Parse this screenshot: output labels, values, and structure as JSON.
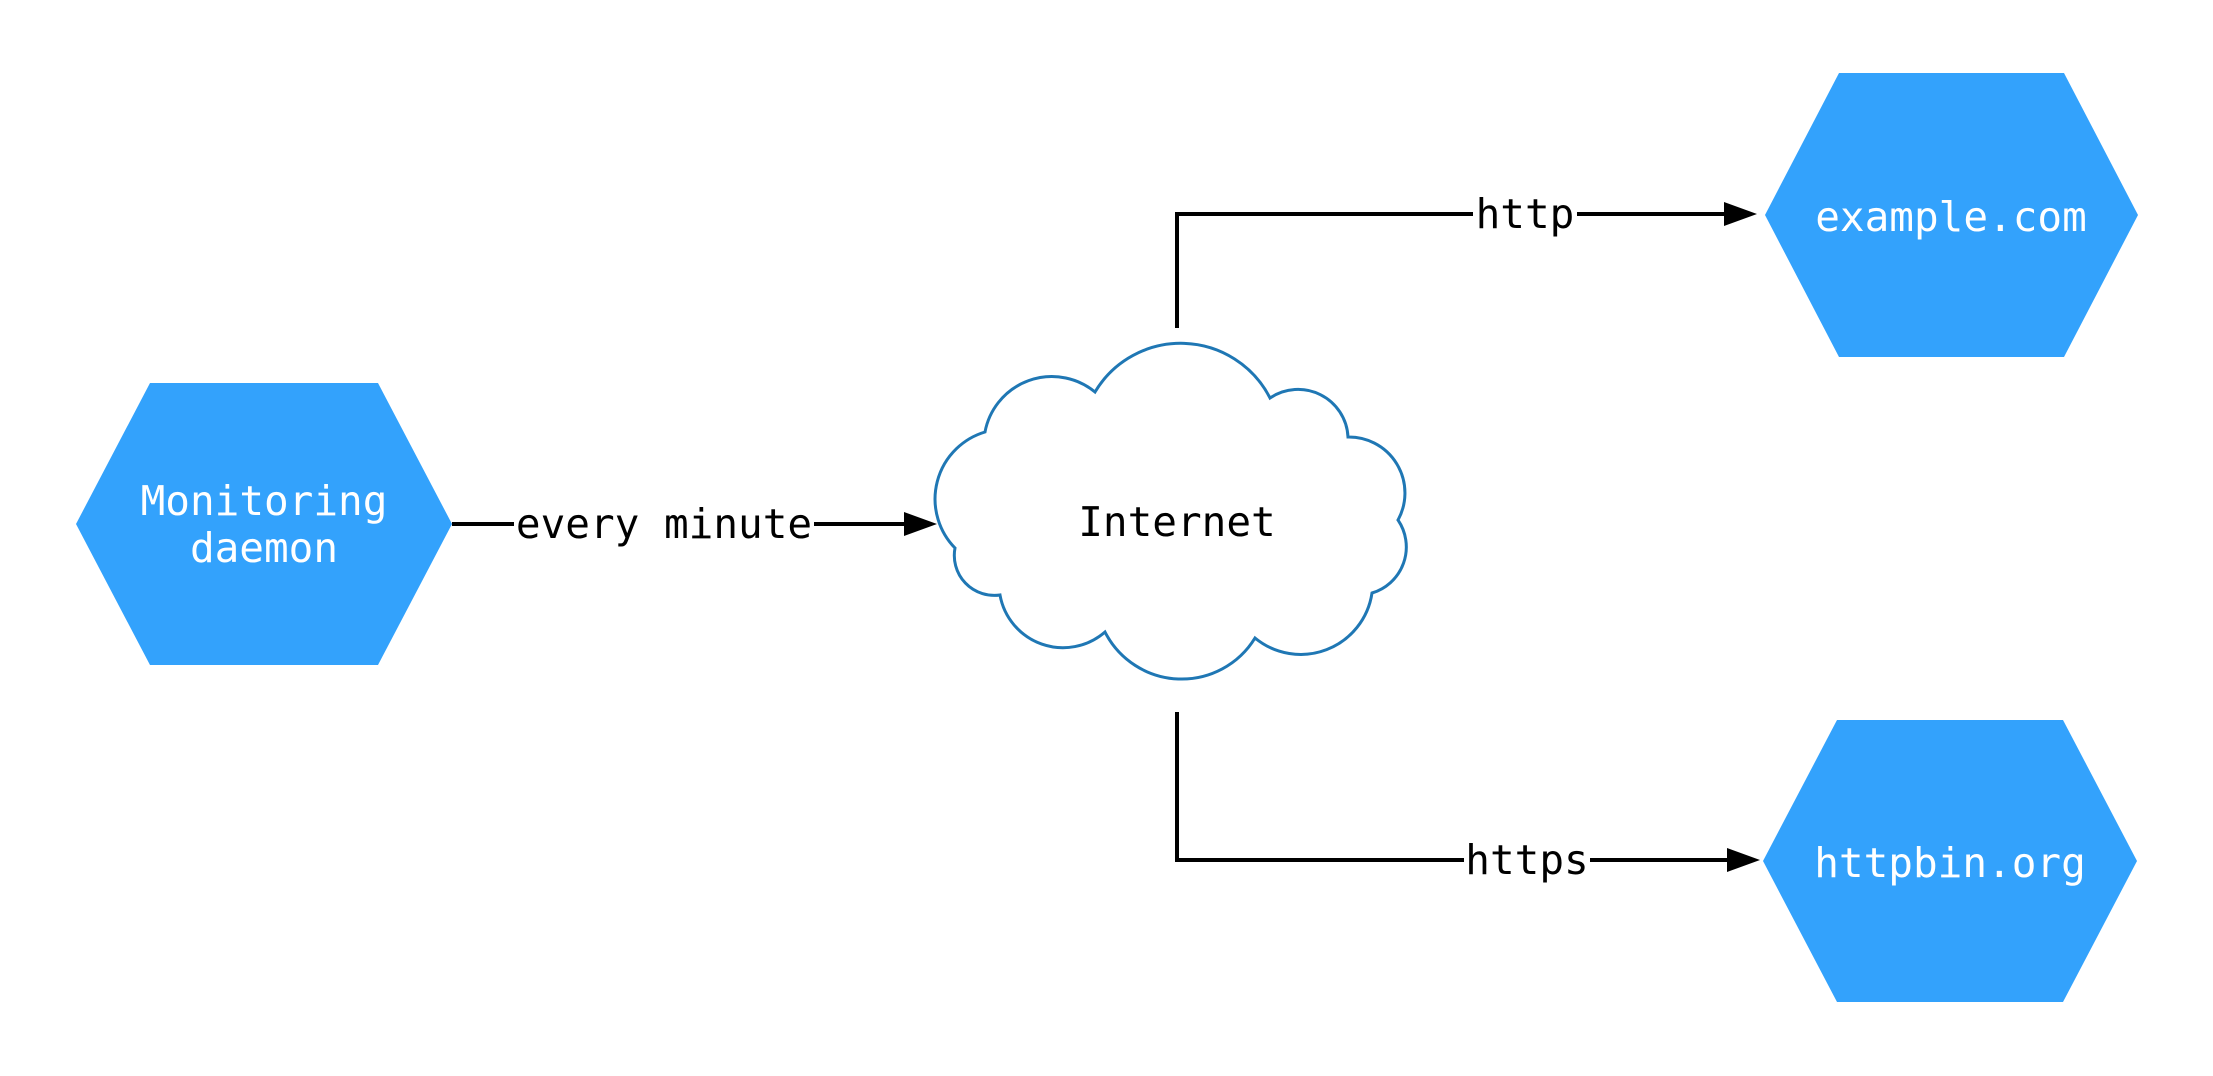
{
  "diagram": {
    "type": "network-monitoring-topology",
    "colors": {
      "background": "#ffffff",
      "node_fill": "#33a2fc",
      "node_text": "#ffffff",
      "cloud_stroke": "#1f77b4",
      "cloud_fill": "#ffffff",
      "edge_stroke": "#000000",
      "edge_label_text": "#000000"
    },
    "nodes": {
      "daemon": {
        "shape": "hexagon",
        "label_line1": "Monitoring",
        "label_line2": "daemon"
      },
      "internet": {
        "shape": "cloud",
        "label": "Internet"
      },
      "example": {
        "shape": "hexagon",
        "label": "example.com"
      },
      "httpbin": {
        "shape": "hexagon",
        "label": "httpbin.org"
      }
    },
    "edges": {
      "every_minute": {
        "from": "daemon",
        "to": "internet",
        "label": "every minute"
      },
      "http": {
        "from": "internet",
        "to": "example",
        "label": "http"
      },
      "https": {
        "from": "internet",
        "to": "httpbin",
        "label": "https"
      }
    }
  }
}
